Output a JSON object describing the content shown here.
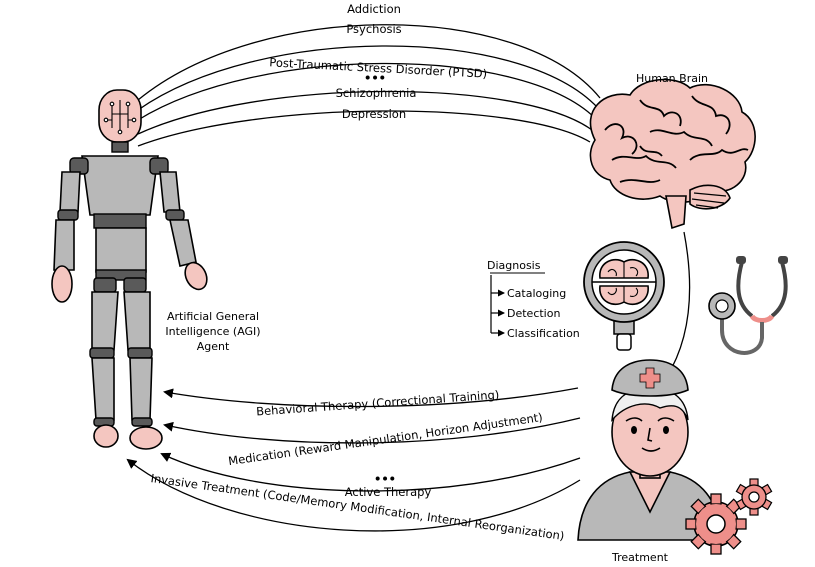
{
  "conditions": {
    "addiction": "Addiction",
    "psychosis": "Psychosis",
    "ptsd": "Post-Traumatic Stress Disorder (PTSD)",
    "ellipsis": "•••",
    "schizophrenia": "Schizophrenia",
    "depression": "Depression"
  },
  "brain": {
    "label": "Human Brain"
  },
  "agent": {
    "line1": "Artificial General",
    "line2": "Intelligence (AGI)",
    "line3": "Agent"
  },
  "diagnosis": {
    "title": "Diagnosis",
    "items": [
      "Cataloging",
      "Detection",
      "Classification"
    ]
  },
  "treatments": {
    "behavioral": "Behavioral Therapy (Correctional Training)",
    "medication": "Medication (Reward Manipulation, Horizon Adjustment)",
    "ellipsis": "•••",
    "active": "Active Therapy",
    "invasive": "Invasive Treatment (Code/Memory Modification, Internal Reorganization)"
  },
  "treatment_label": "Treatment",
  "colors": {
    "skin": "#f4c6c0",
    "robot_body": "#b8b8b8",
    "robot_joint": "#5a5a5a",
    "accent": "#ee8f8a"
  },
  "icons": [
    "robot-agent-icon",
    "human-brain-icon",
    "magnifier-brain-icon",
    "stethoscope-icon",
    "doctor-icon",
    "gear-icon"
  ]
}
